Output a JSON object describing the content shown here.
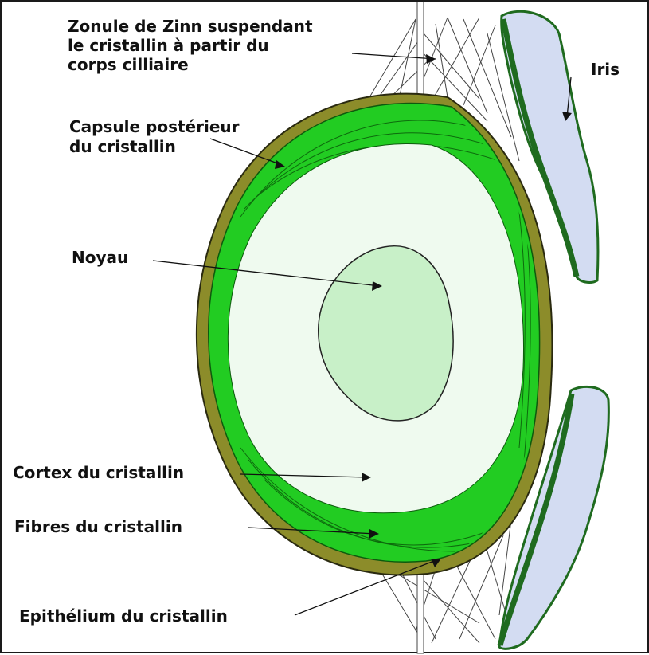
{
  "labels": {
    "zonule": [
      "Zonule de Zinn suspendant",
      "le cristallin à partir du",
      "corps cilliaire"
    ],
    "iris": "Iris",
    "capsule": [
      "Capsule postérieur",
      "du cristallin"
    ],
    "noyau": "Noyau",
    "cortex": "Cortex du cristallin",
    "fibres": "Fibres du cristallin",
    "epithelium": "Epithélium du cristallin"
  },
  "colors": {
    "capsule": "#8c8c2a",
    "fibres": "#22cc22",
    "cortex": "#effaef",
    "noyau": "#c8f0c8",
    "iris_fill": "#d3dcf2",
    "iris_edge": "#1f6b1f",
    "line": "#111111"
  }
}
